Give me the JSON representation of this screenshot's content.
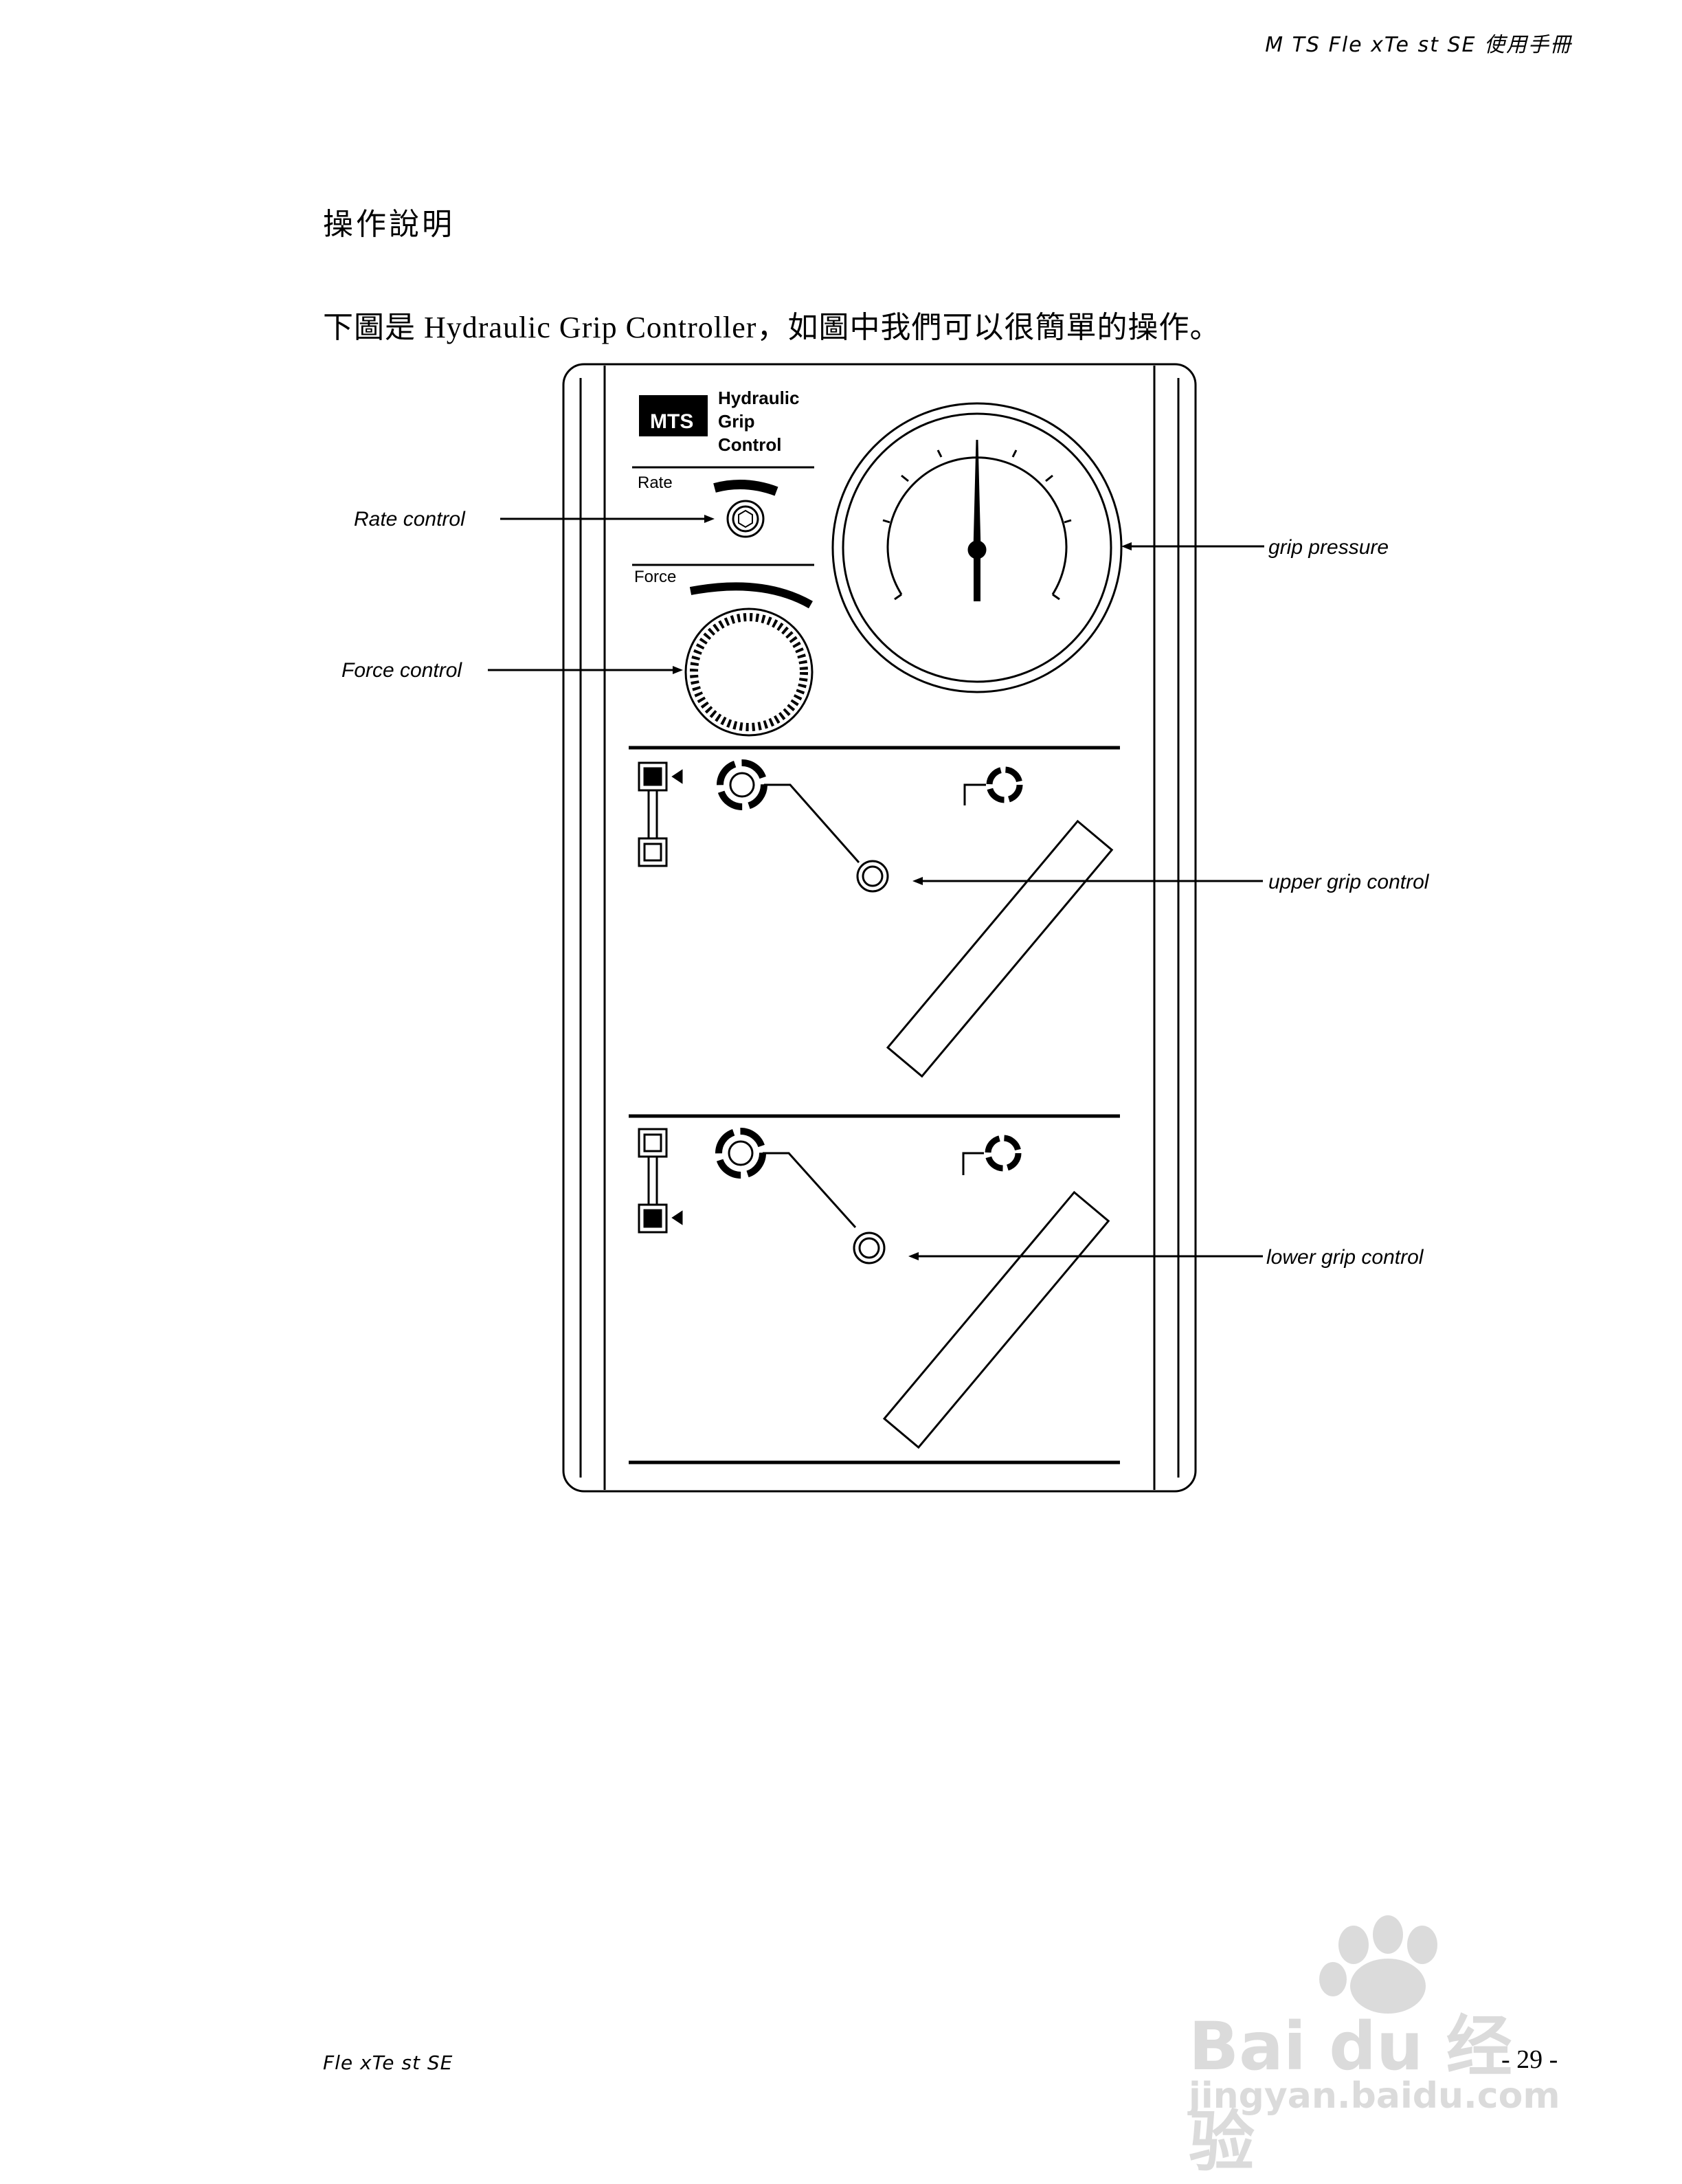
{
  "header": {
    "running_title": "M TS  Fle xTe st  SE  使用手冊"
  },
  "section": {
    "title": "操作說明"
  },
  "intro": {
    "text": "下圖是 Hydraulic Grip Controller，如圖中我們可以很簡單的操作。"
  },
  "figure": {
    "panel_brand": "MTS",
    "panel_name_lines": [
      "Hydraulic",
      "Grip",
      "Control"
    ],
    "knob_labels": {
      "rate": "Rate",
      "force": "Force"
    },
    "callouts": {
      "rate_control": "Rate control",
      "force_control": "Force control",
      "grip_pressure": "grip pressure",
      "upper_grip_control": "upper grip control",
      "lower_grip_control": "lower grip control"
    }
  },
  "footer": {
    "left": "Fle xTe st  SE",
    "page_number": "- 29 -"
  },
  "watermark": {
    "brand": "Bai du 经验",
    "url": "jingyan.baidu.com"
  }
}
